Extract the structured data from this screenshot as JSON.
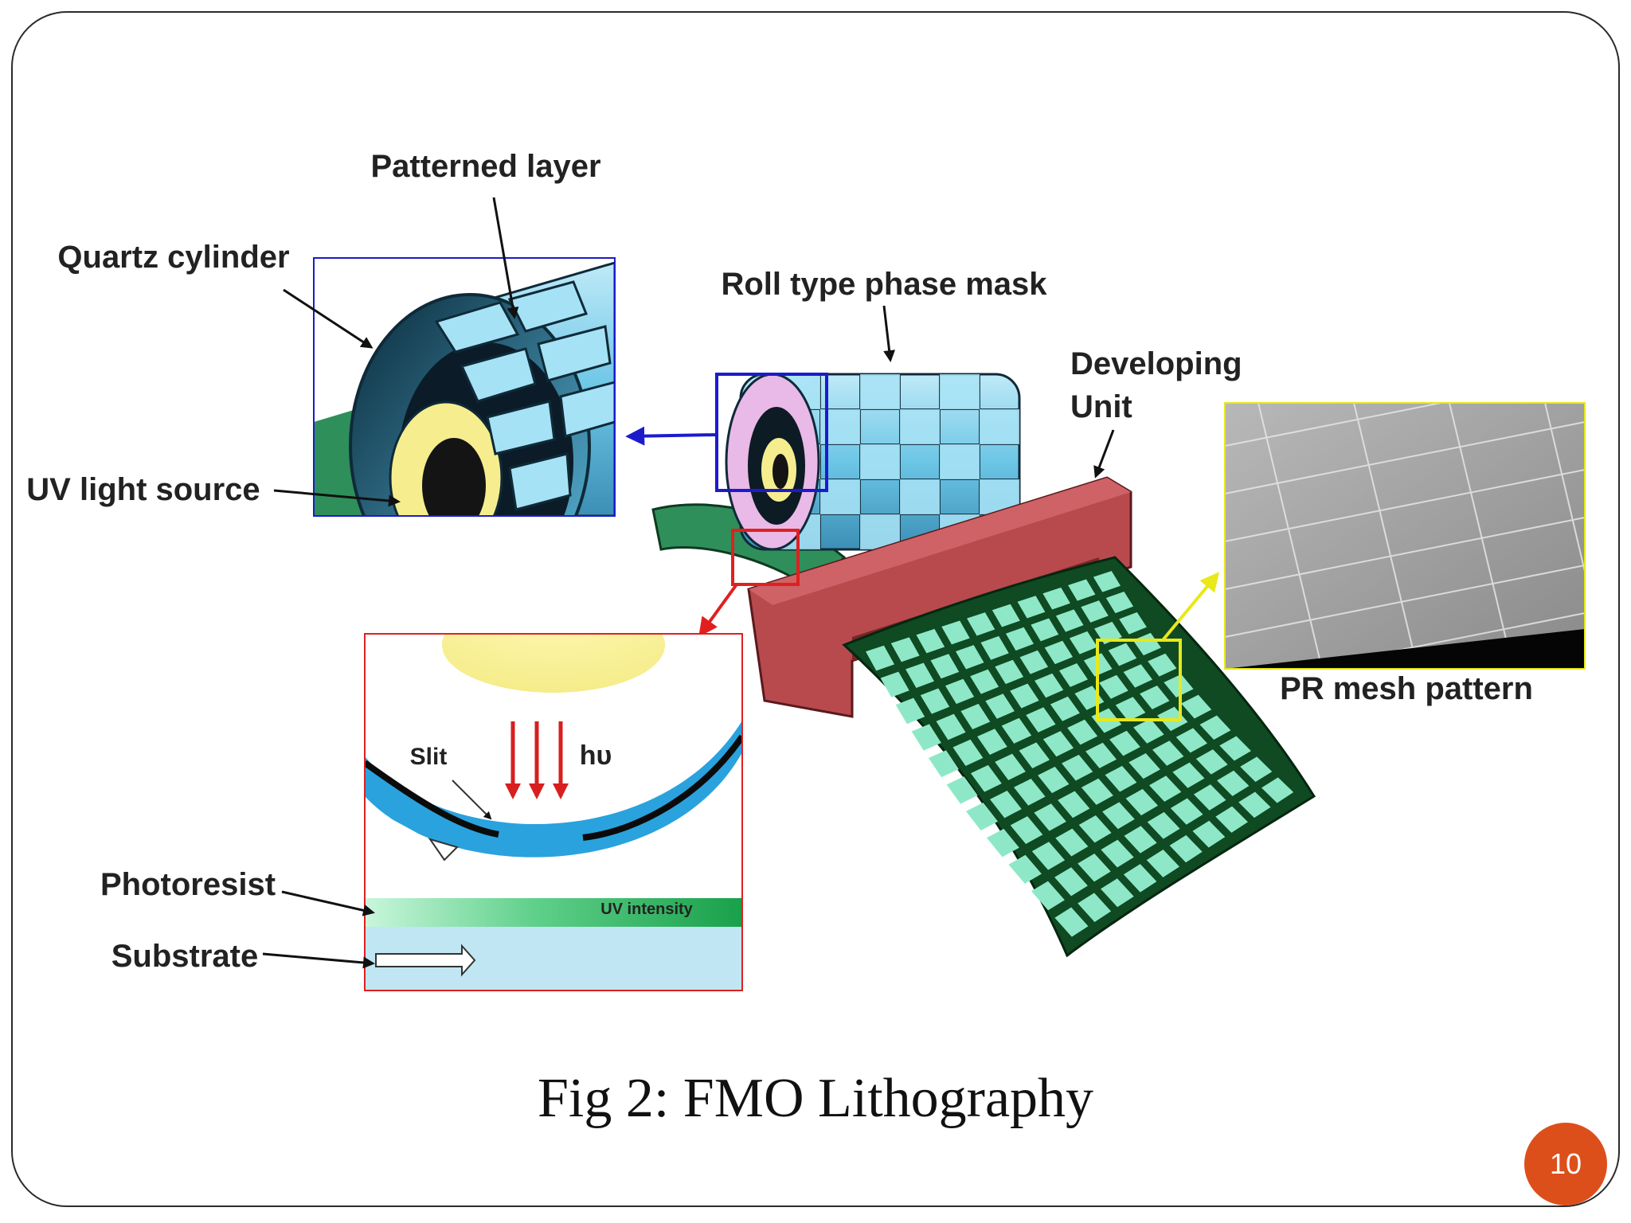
{
  "labels": {
    "patterned_layer": "Patterned layer",
    "quartz_cylinder": "Quartz cylinder",
    "uv_light_source": "UV light source",
    "roll_type_phase_mask": "Roll type phase mask",
    "developing_unit_line1": "Developing",
    "developing_unit_line2": "Unit",
    "pr_mesh_pattern": "PR mesh pattern",
    "slit": "Slit",
    "hv": "hυ",
    "uv_intensity": "UV intensity",
    "photoresist": "Photoresist",
    "substrate": "Substrate"
  },
  "caption": "Fig 2: FMO Lithography",
  "page_number": "10",
  "colors": {
    "cylinder_blue": "#7fd0ec",
    "mesh_green": "#0f4a22",
    "mesh_cell": "#8ee8c8",
    "developing_unit_red": "#b84a4e",
    "accent_blue_box": "#1b1bcc",
    "accent_red_box": "#e02020",
    "accent_yellow_box": "#e8e81a",
    "page_badge": "#dd4f1a"
  }
}
